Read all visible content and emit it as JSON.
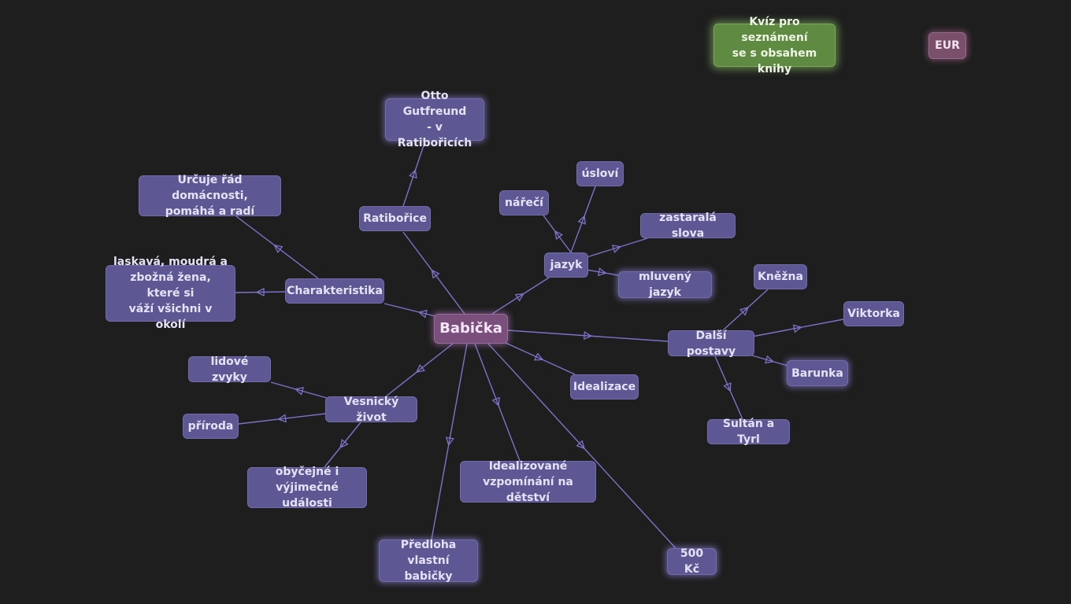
{
  "colors": {
    "background": "#1e1e1e",
    "node": "#5d5894",
    "edge": "#7b73c9",
    "root": "#7a4f7c",
    "quiz": "#5f8a42",
    "eur": "#7a4f6c"
  },
  "nodes": {
    "root": "Babička",
    "ratiborice": "Ratibořice",
    "gutfreund": "Otto Gutfreund\n- v Ratibořicích",
    "charakteristika": "Charakteristika",
    "urcuje": "Určuje řád domácnosti,\npomáhá a radí",
    "laskava": "laskavá, moudrá a\nzbožná žena, které si\nváží všichni v okolí",
    "jazyk": "jazyk",
    "nareci": "nářečí",
    "uslovi": "úsloví",
    "zastarala": "zastaralá slova",
    "mluveny": "mluvený jazyk",
    "dalsi": "Další postavy",
    "knezna": "Kněžna",
    "viktorka": "Viktorka",
    "barunka": "Barunka",
    "sultan": "Sultán a Tyrl",
    "idealizace": "Idealizace",
    "vesnicky": "Vesnický život",
    "zvyky": "lidové zvyky",
    "priroda": "příroda",
    "udalosti": "obyčejné i\nvýjimečné události",
    "vzpominani": "Idealizované\nvzpomínání na dětství",
    "predloha": "Předloha\nvlastní babičky",
    "kc500": "500 Kč",
    "quiz": "Kvíz pro seznámení\nse s obsahem knihy",
    "eur": "EUR"
  }
}
